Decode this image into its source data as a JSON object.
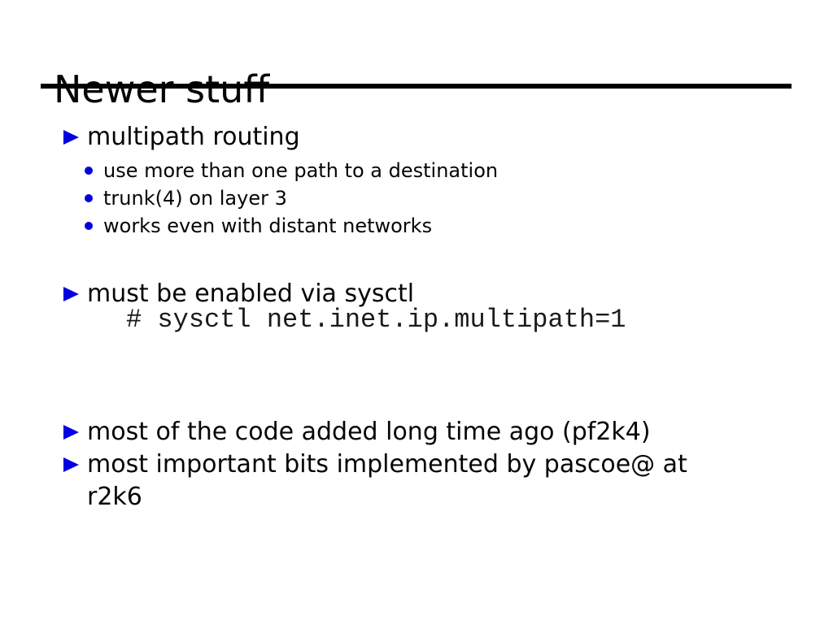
{
  "title": {
    "text": "Newer stuff"
  },
  "colors": {
    "bullet_blue": "#0000e0",
    "text": "#050505",
    "rule": "#000000",
    "background": "#ffffff"
  },
  "content": {
    "section1": {
      "heading": "multipath routing",
      "items": [
        "use more than one path to a destination",
        "trunk(4) on layer 3",
        "works even with distant networks"
      ]
    },
    "section2": {
      "heading": "must be enabled via sysctl",
      "code": "# sysctl net.inet.ip.multipath=1"
    },
    "section3": {
      "lines": [
        "most of the code added long time ago (pf2k4)",
        "most important bits implemented by pascoe@ at",
        "r2k6"
      ]
    }
  }
}
